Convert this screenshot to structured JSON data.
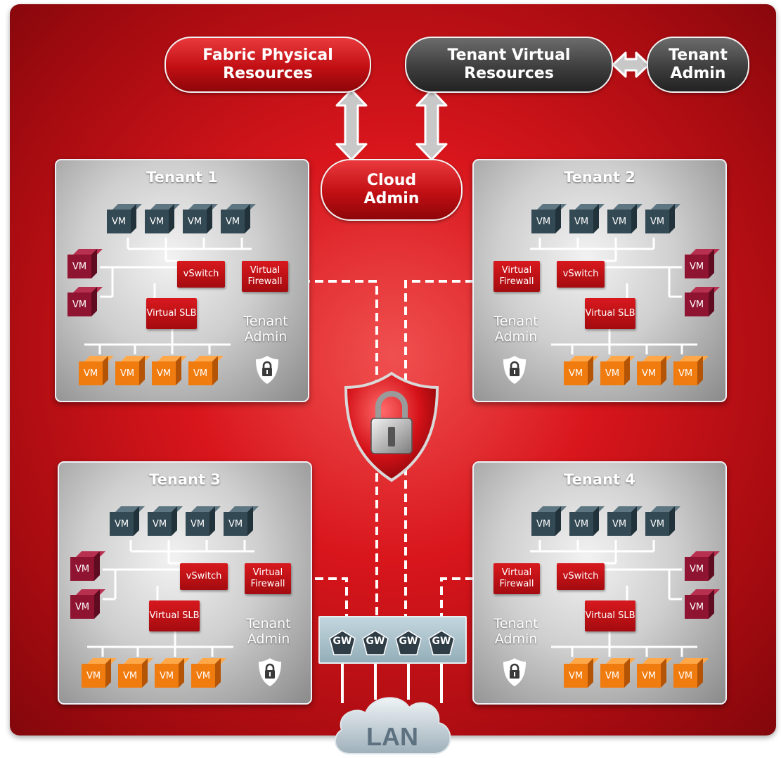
{
  "top": {
    "fabric": "Fabric Physical Resources",
    "tenant_virtual": "Tenant Virtual Resources",
    "tenant_admin": "Tenant Admin",
    "cloud_admin": "Cloud Admin"
  },
  "tenants": [
    {
      "title": "Tenant 1",
      "vswitch": "vSwitch",
      "firewall": "Virtual Firewall",
      "slb": "Virtual SLB",
      "admin": "Tenant Admin",
      "vm": "VM"
    },
    {
      "title": "Tenant 2",
      "vswitch": "vSwitch",
      "firewall": "Virtual Firewall",
      "slb": "Virtual SLB",
      "admin": "Tenant Admin",
      "vm": "VM"
    },
    {
      "title": "Tenant 3",
      "vswitch": "vSwitch",
      "firewall": "Virtual Firewall",
      "slb": "Virtual SLB",
      "admin": "Tenant Admin",
      "vm": "VM"
    },
    {
      "title": "Tenant 4",
      "vswitch": "vSwitch",
      "firewall": "Virtual Firewall",
      "slb": "Virtual SLB",
      "admin": "Tenant Admin",
      "vm": "VM"
    }
  ],
  "gateways": [
    "GW",
    "GW",
    "GW",
    "GW"
  ],
  "lan": "LAN",
  "colors": {
    "background": "#c8141a",
    "tenant_panel": "#b0b0b0",
    "vm_dark": "#334954",
    "vm_maroon": "#8f1432",
    "vm_orange": "#f07c10",
    "gateway_bar": "#a9c2cc"
  }
}
